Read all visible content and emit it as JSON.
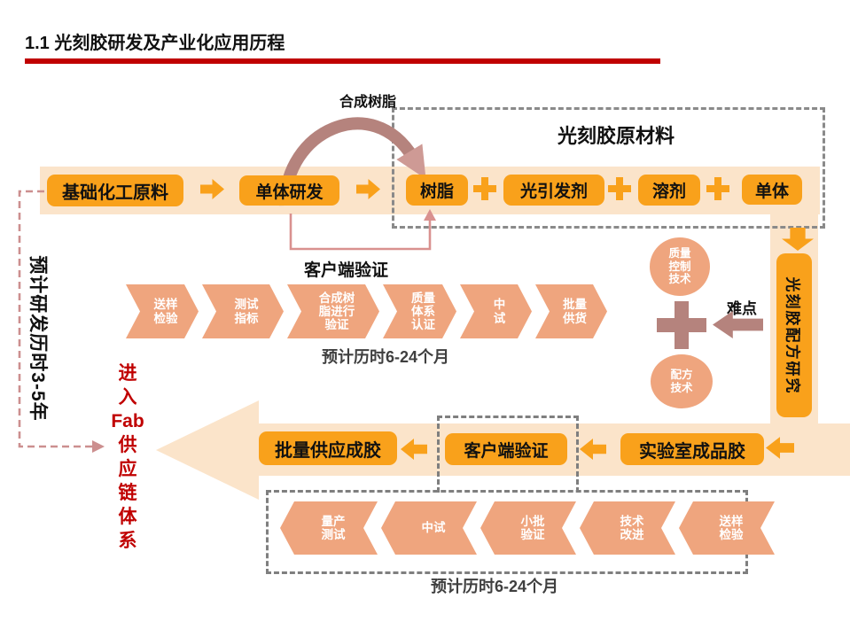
{
  "title": "1.1 光刻胶研发及产业化应用历程",
  "colors": {
    "accent_orange": "#F9A11B",
    "peach_band": "#FBE4CA",
    "salmon": "#EFA57E",
    "mauve": "#B5837D",
    "pink_line": "#D9918F",
    "dashed_pink": "#CC8F8F",
    "red": "#C00000",
    "dash_gray": "#7F7F7F"
  },
  "top_flow": {
    "base_material_box": "基础化工原料",
    "monomer_rd_box": "单体研发",
    "synthesis_label": "合成树脂",
    "materials_box_title": "光刻胶原材料",
    "materials": [
      "树脂",
      "光引发剂",
      "溶剂",
      "单体"
    ]
  },
  "left_side": {
    "rd_duration": "预计研发历时3-5年",
    "fab_entry_chars": [
      "进",
      "入",
      "Fab",
      "供",
      "应",
      "链",
      "体",
      "系"
    ]
  },
  "client_validation_top": "客户端验证",
  "mid_flow": {
    "chevrons": [
      [
        "送样",
        "检验"
      ],
      [
        "测试",
        "指标"
      ],
      [
        "合成树",
        "脂进行",
        "验证"
      ],
      [
        "质量",
        "体系",
        "认证"
      ],
      [
        "中",
        "试"
      ],
      [
        "批量",
        "供货"
      ]
    ],
    "duration": "预计历时6-24个月"
  },
  "formulation": {
    "quality_circle": [
      "质量",
      "控制",
      "技术"
    ],
    "formula_circle": [
      "配方",
      "技术"
    ],
    "difficulty_label": "难点",
    "band_label": "光刻胶配方研究"
  },
  "bottom_flow": {
    "bulk_supply_box": "批量供应成胶",
    "client_validation_box": "客户端验证",
    "lab_product_box": "实验室成品胶",
    "chevrons": [
      [
        "量产",
        "测试"
      ],
      [
        "中试"
      ],
      [
        "小批",
        "验证"
      ],
      [
        "技术",
        "改进"
      ],
      [
        "送样",
        "检验"
      ]
    ],
    "duration": "预计历时6-24个月"
  }
}
